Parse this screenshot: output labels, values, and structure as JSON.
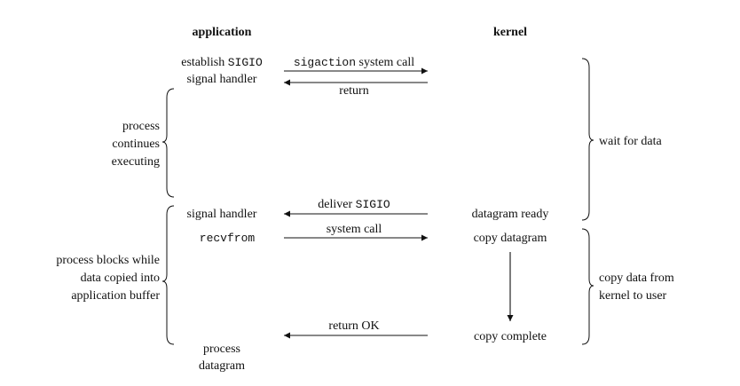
{
  "headers": {
    "application": "application",
    "kernel": "kernel"
  },
  "application": {
    "establish_prefix": "establish ",
    "establish_code": "SIGIO",
    "establish_line2": "signal handler",
    "continues": [
      "process",
      "continues",
      "executing"
    ],
    "signal_handler": "signal handler",
    "recvfrom": "recvfrom",
    "blocks": [
      "process blocks while",
      "data copied into",
      "application buffer"
    ],
    "process_datagram": [
      "process",
      "datagram"
    ]
  },
  "messages": {
    "sigaction_code": "sigaction",
    "sigaction_suffix": " system call",
    "return": "return",
    "deliver_prefix": "deliver ",
    "deliver_code": "SIGIO",
    "system_call": "system call",
    "return_ok": "return OK"
  },
  "kernel": {
    "datagram_ready": "datagram ready",
    "copy_datagram": "copy datagram",
    "copy_complete": "copy complete"
  },
  "phases": {
    "wait_for_data": "wait for data",
    "copy_data": [
      "copy data from",
      "kernel to user"
    ]
  }
}
